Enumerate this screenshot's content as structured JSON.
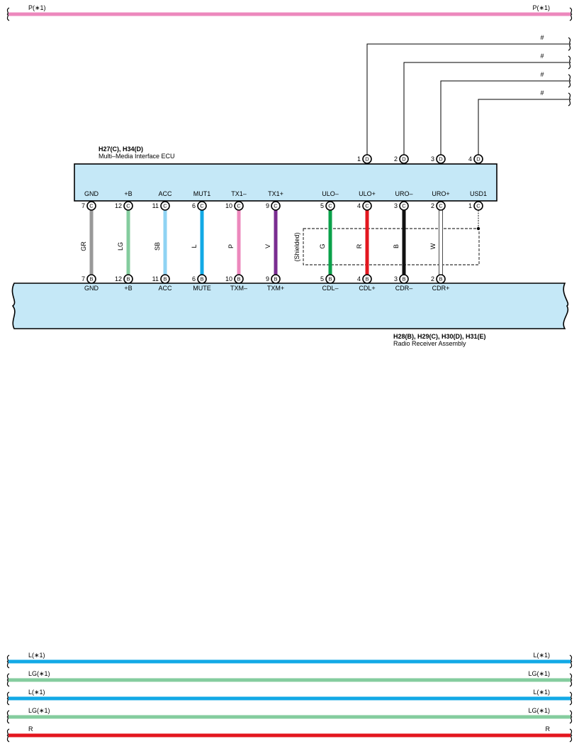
{
  "top_bus": {
    "label_left": "P(∗1)",
    "label_right": "P(∗1)",
    "color": "#ec88bd"
  },
  "ecu": {
    "ids": "H27(C), H34(D)",
    "name": "Multi–Media Interface ECU",
    "fill": "#c5e8f7"
  },
  "radio": {
    "ids": "H28(B), H29(C), H30(D), H31(E)",
    "name": "Radio Receiver Assembly",
    "fill": "#c5e8f7"
  },
  "top_pins": [
    {
      "num": "1",
      "conn": "D",
      "label": "#"
    },
    {
      "num": "2",
      "conn": "D",
      "label": "#"
    },
    {
      "num": "3",
      "conn": "D",
      "label": "#"
    },
    {
      "num": "4",
      "conn": "D",
      "label": "#"
    }
  ],
  "wires": [
    {
      "ecu_label": "GND",
      "ecu_pin": "7",
      "ecu_conn": "C",
      "radio_label": "GND",
      "radio_pin": "7",
      "radio_conn": "B",
      "wire_code": "GR",
      "color": "#999999"
    },
    {
      "ecu_label": "+B",
      "ecu_pin": "12",
      "ecu_conn": "C",
      "radio_label": "+B",
      "radio_pin": "12",
      "radio_conn": "B",
      "wire_code": "LG",
      "color": "#84cc9e"
    },
    {
      "ecu_label": "ACC",
      "ecu_pin": "11",
      "ecu_conn": "C",
      "radio_label": "ACC",
      "radio_pin": "11",
      "radio_conn": "B",
      "wire_code": "SB",
      "color": "#8fd3f3"
    },
    {
      "ecu_label": "MUT1",
      "ecu_pin": "6",
      "ecu_conn": "C",
      "radio_label": "MUTE",
      "radio_pin": "6",
      "radio_conn": "B",
      "wire_code": "L",
      "color": "#12a9e6"
    },
    {
      "ecu_label": "TX1–",
      "ecu_pin": "10",
      "ecu_conn": "C",
      "radio_label": "TXM–",
      "radio_pin": "10",
      "radio_conn": "B",
      "wire_code": "P",
      "color": "#ec88bd"
    },
    {
      "ecu_label": "TX1+",
      "ecu_pin": "9",
      "ecu_conn": "C",
      "radio_label": "TXM+",
      "radio_pin": "9",
      "radio_conn": "B",
      "wire_code": "V",
      "color": "#7a2d91"
    },
    {
      "ecu_label": "ULO–",
      "ecu_pin": "5",
      "ecu_conn": "C",
      "radio_label": "CDL–",
      "radio_pin": "5",
      "radio_conn": "B",
      "wire_code": "G",
      "color": "#0aa14a"
    },
    {
      "ecu_label": "ULO+",
      "ecu_pin": "4",
      "ecu_conn": "C",
      "radio_label": "CDL+",
      "radio_pin": "4",
      "radio_conn": "B",
      "wire_code": "R",
      "color": "#e3171f"
    },
    {
      "ecu_label": "URO–",
      "ecu_pin": "3",
      "ecu_conn": "C",
      "radio_label": "CDR–",
      "radio_pin": "3",
      "radio_conn": "B",
      "wire_code": "B",
      "color": "#111111"
    },
    {
      "ecu_label": "URO+",
      "ecu_pin": "2",
      "ecu_conn": "C",
      "radio_label": "CDR+",
      "radio_pin": "2",
      "radio_conn": "B",
      "wire_code": "W",
      "color": "#ffffff"
    }
  ],
  "usd": {
    "ecu_label": "USD1",
    "ecu_pin": "1",
    "ecu_conn": "C"
  },
  "shield_label": "(Shielded)",
  "bottom_buses": [
    {
      "label_left": "L(∗1)",
      "label_right": "L(∗1)",
      "color": "#12a9e6"
    },
    {
      "label_left": "LG(∗1)",
      "label_right": "LG(∗1)",
      "color": "#84cc9e"
    },
    {
      "label_left": "L(∗1)",
      "label_right": "L(∗1)",
      "color": "#12a9e6"
    },
    {
      "label_left": "LG(∗1)",
      "label_right": "LG(∗1)",
      "color": "#84cc9e"
    },
    {
      "label_left": "R",
      "label_right": "R",
      "color": "#e3171f"
    }
  ]
}
